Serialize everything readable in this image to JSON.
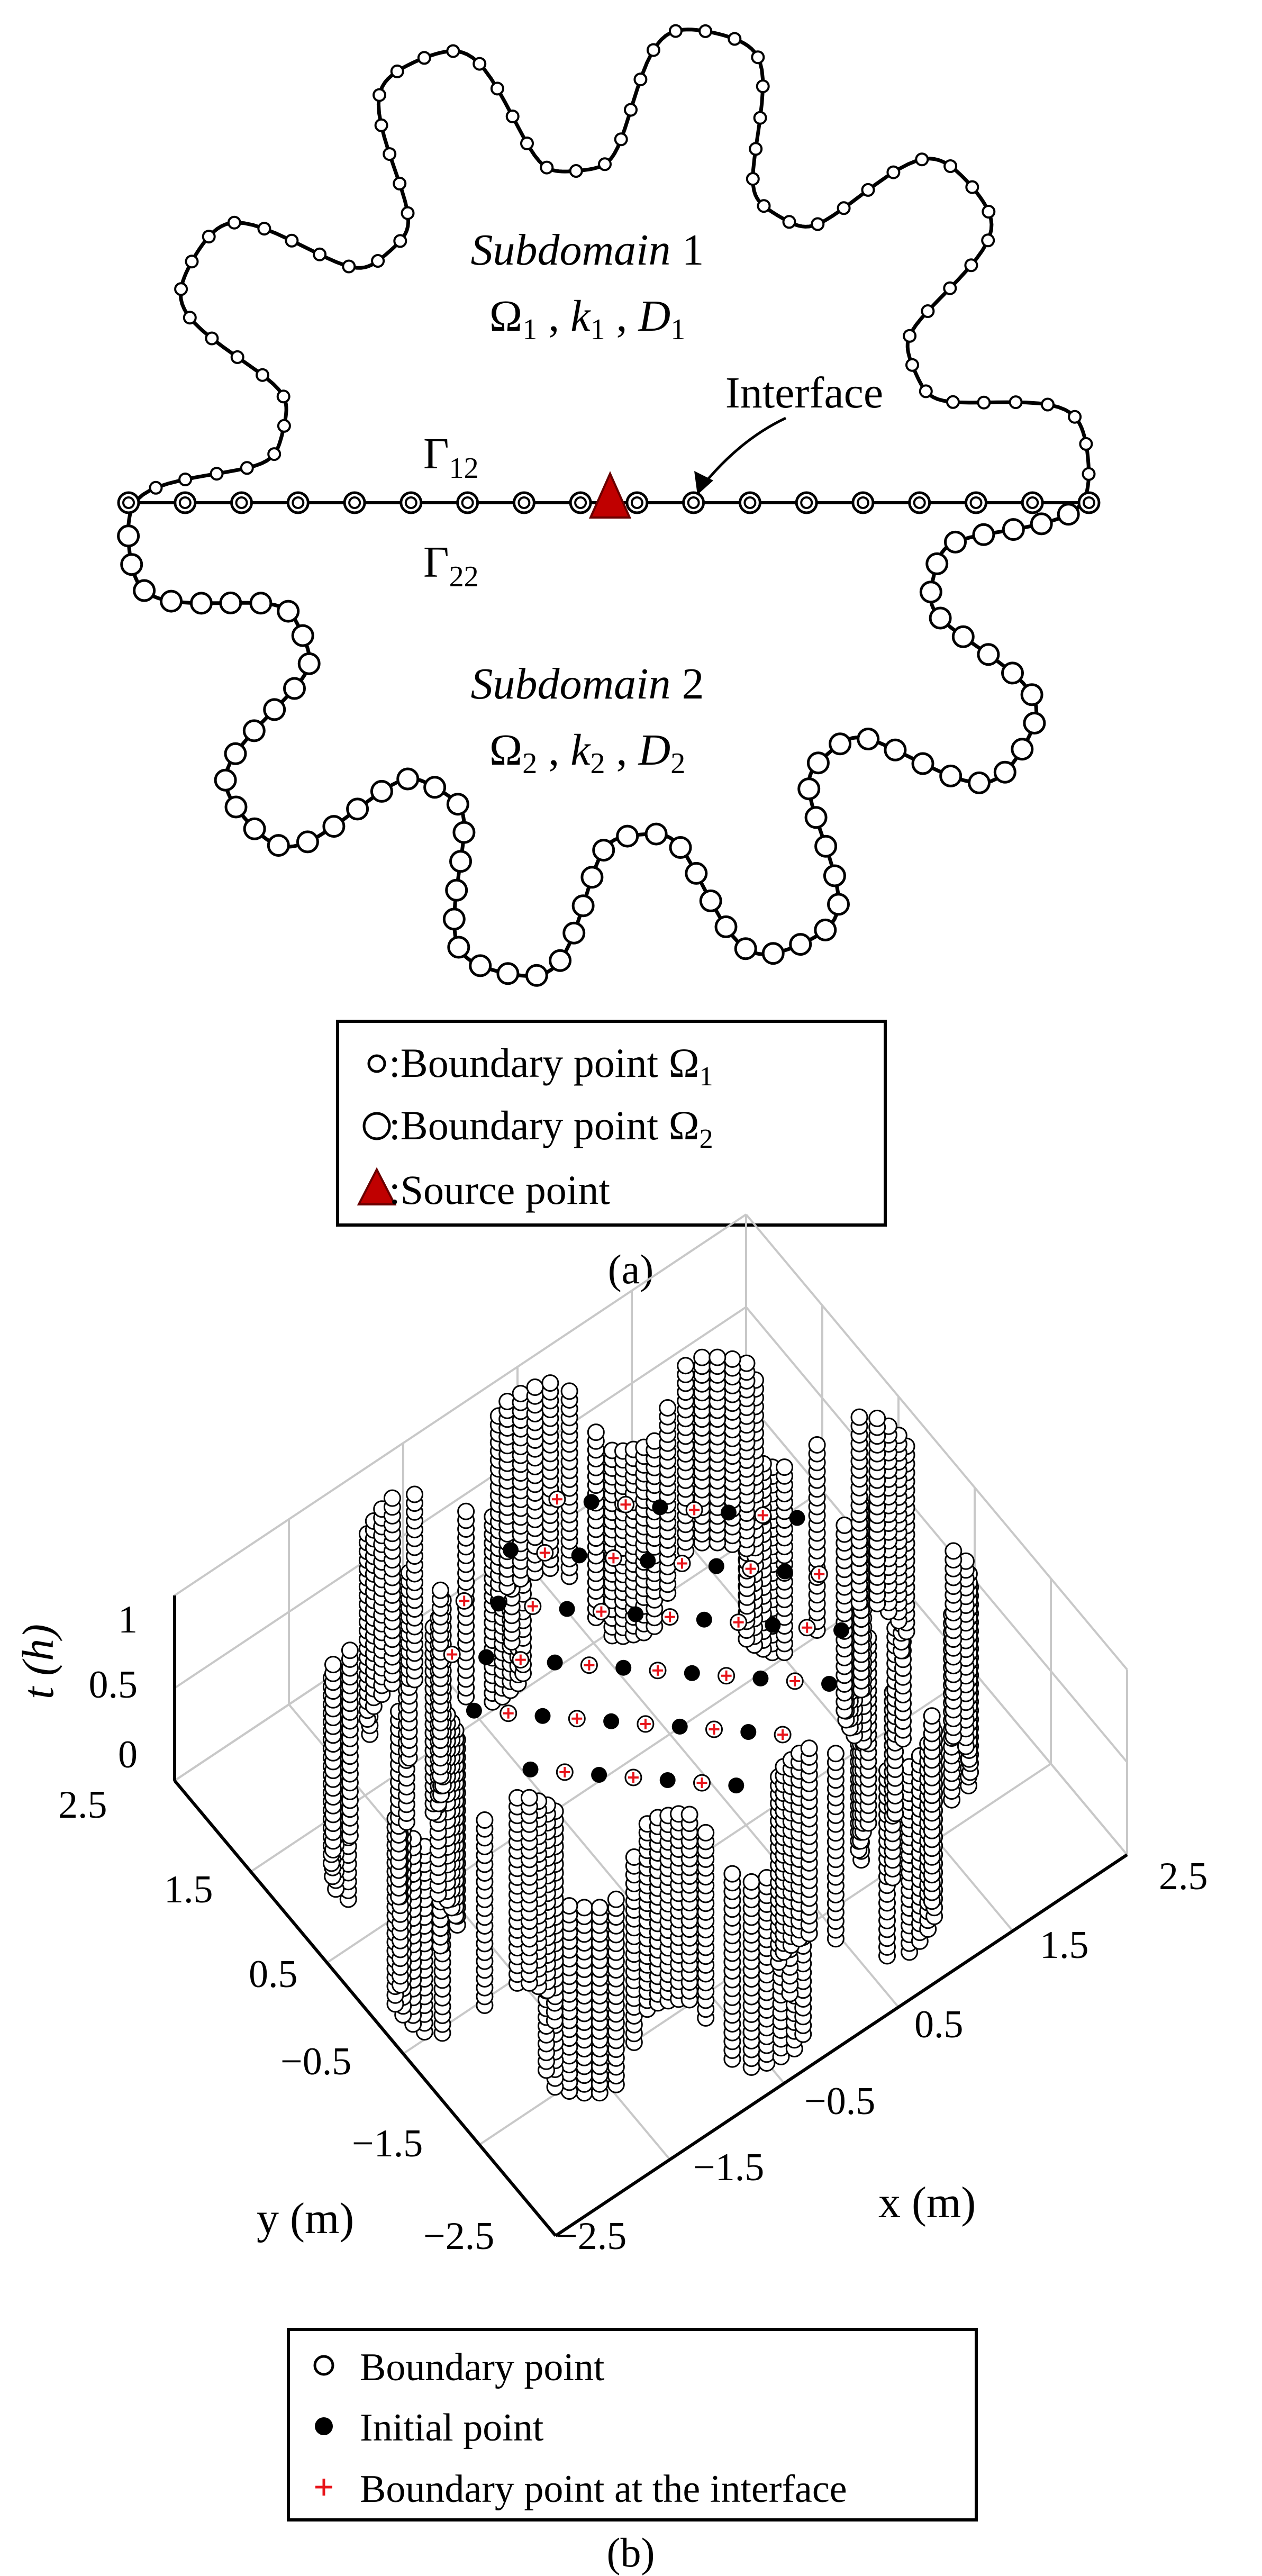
{
  "panel_a": {
    "subdomain1": {
      "name": "Subdomain",
      "num": "1",
      "omega": "Ω",
      "omega_sub": "1",
      "k": "k",
      "k_sub": "1",
      "d": "D",
      "d_sub": "1"
    },
    "subdomain2": {
      "name": "Subdomain",
      "num": "2",
      "omega": "Ω",
      "omega_sub": "2",
      "k": "k",
      "k_sub": "2",
      "d": "D",
      "d_sub": "2"
    },
    "interface_label": "Interface",
    "gamma_top": "Γ",
    "gamma_top_sub": "12",
    "gamma_bottom": "Γ",
    "gamma_bottom_sub": "22",
    "legend": [
      {
        "text": ":Boundary point Ω",
        "sub": "1",
        "marker": "small-circle"
      },
      {
        "text": ":Boundary  point Ω",
        "sub": "2",
        "marker": "large-circle"
      },
      {
        "text": ":Source point",
        "marker": "red-triangle"
      }
    ],
    "caption": "(a)",
    "colors": {
      "source": "#c00000",
      "line": "#000000"
    }
  },
  "panel_b": {
    "z_label": "t (h)",
    "z_ticks": [
      "0",
      "0.5",
      "1"
    ],
    "y_ticks": [
      "2.5",
      "1.5",
      "0.5",
      "−0.5",
      "−1.5",
      "−2.5"
    ],
    "x_ticks": [
      "−2.5",
      "−1.5",
      "−0.5",
      "0.5",
      "1.5",
      "2.5"
    ],
    "y_label": "y (m)",
    "x_label": "x (m)",
    "legend": [
      {
        "text": "Boundary point",
        "marker": "open-circle"
      },
      {
        "text": "Initial point",
        "marker": "filled-circle"
      },
      {
        "text": "Boundary point at the interface",
        "marker": "red-plus"
      }
    ],
    "caption": "(b)",
    "colors": {
      "interface": "#e8141a",
      "grid": "#cccccc"
    }
  }
}
